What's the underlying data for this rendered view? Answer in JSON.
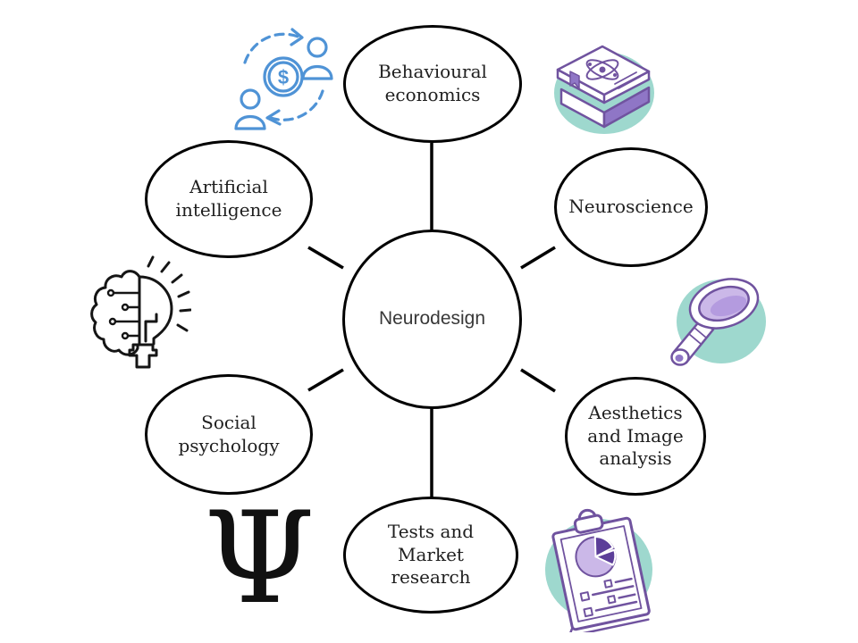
{
  "diagram": {
    "center": {
      "label": "Neurodesign"
    },
    "nodes": [
      {
        "label": "Behavioural economics"
      },
      {
        "label": "Neuroscience"
      },
      {
        "label": "Aesthetics and Image analysis"
      },
      {
        "label": "Tests and Market research"
      },
      {
        "label": "Social psychology"
      },
      {
        "label": "Artificial intelligence"
      }
    ],
    "glyphs": {
      "psi": "Ψ",
      "dollar": "$"
    },
    "icon_names": [
      "money-exchange-icon",
      "science-books-icon",
      "brain-lightbulb-icon",
      "magnifier-icon",
      "clipboard-pie-chart-icon",
      "psi-symbol-icon"
    ],
    "colors": {
      "outline": "#000000",
      "text": "#1f1f1f",
      "icon_blue": "#4f93d6",
      "icon_purple": "#70539f",
      "icon_purple_mid": "#8f76c6",
      "icon_purple_light": "#cbb8e8",
      "icon_purple_dark": "#5c3e99",
      "icon_teal": "#9ed8ce",
      "icon_black": "#151515"
    }
  }
}
